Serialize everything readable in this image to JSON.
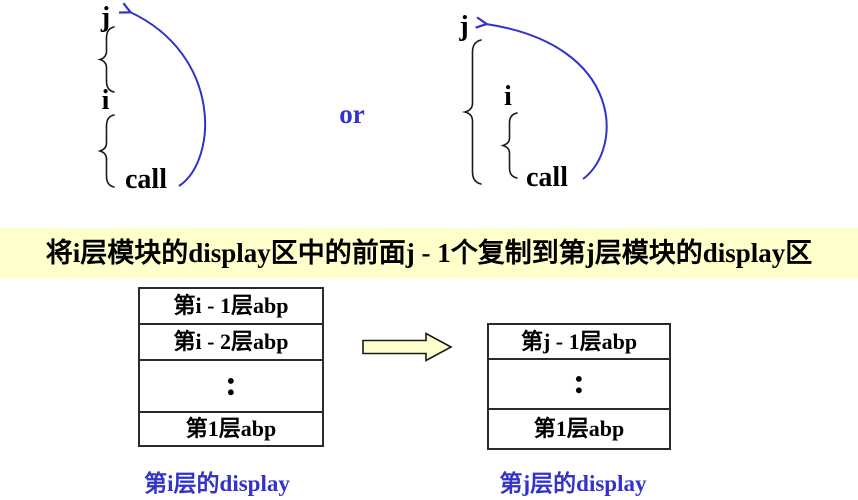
{
  "call_diagrams": {
    "left": {
      "outer_level": "j",
      "inner_level": "i",
      "call_label": "call"
    },
    "separator": "or",
    "right": {
      "outer_level": "j",
      "inner_level": "i",
      "call_label": "call"
    }
  },
  "banner": {
    "text": "将i层模块的display区中的前面j - 1个复制到第j层模块的display区",
    "bg_color": "#FFFFCC"
  },
  "display_tables": {
    "left": {
      "rows": [
        "第i - 1层abp",
        "第i - 2层abp",
        ":",
        "第1层abp"
      ],
      "caption": "第i层的display"
    },
    "right": {
      "rows": [
        "第j - 1层abp",
        ":",
        "第1层abp"
      ],
      "caption": "第j层的display"
    }
  },
  "colors": {
    "accent_blue": "#3333CC",
    "banner_bg": "#FFFFCC",
    "block_arrow_fill": "#FFFFCC"
  }
}
